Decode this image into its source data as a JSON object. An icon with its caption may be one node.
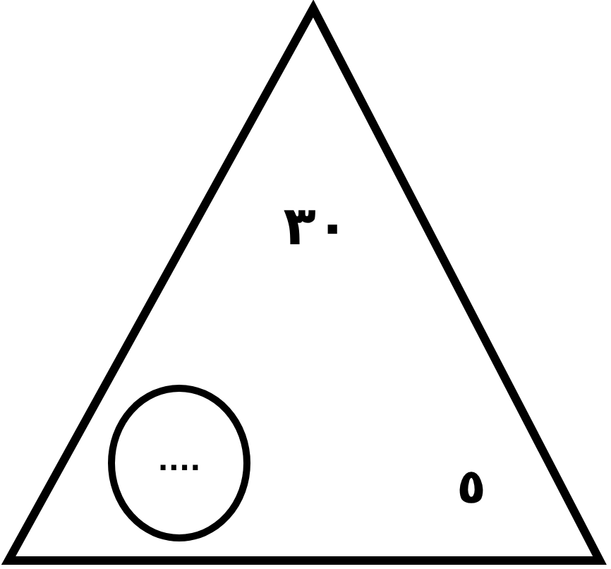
{
  "diagram": {
    "nodes": [
      {
        "text": [
          "٣٠",
          "٥"
        ]
      },
      {
        "text": [
          "...."
        ],
        "in": 0
      }
    ]
  }
}
